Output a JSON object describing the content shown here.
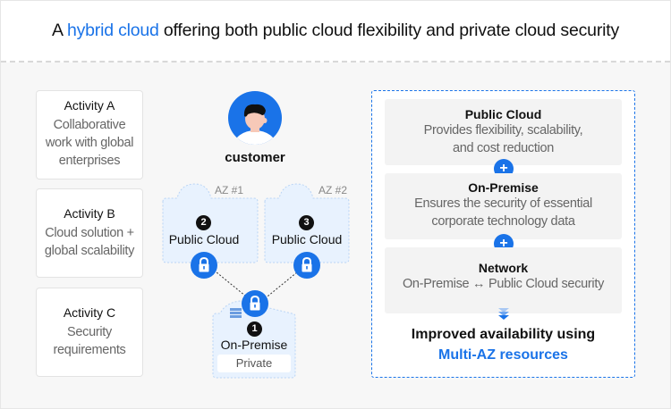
{
  "title": {
    "prefix": "A ",
    "highlight": "hybrid cloud",
    "suffix": " offering both public cloud flexibility and private cloud security"
  },
  "activities": [
    {
      "heading": "Activity A",
      "lines": [
        "Collaborative",
        "work with global",
        "enterprises"
      ]
    },
    {
      "heading": "Activity B",
      "lines": [
        "Cloud solution +",
        "global scalability"
      ]
    },
    {
      "heading": "Activity C",
      "lines": [
        "Security",
        "requirements"
      ]
    }
  ],
  "customer": {
    "label": "customer",
    "icon": "person-avatar-icon"
  },
  "clouds": [
    {
      "az": "AZ #1",
      "number": "2",
      "label": "Public Cloud",
      "icon": "lock-icon"
    },
    {
      "az": "AZ #2",
      "number": "3",
      "label": "Public Cloud",
      "icon": "lock-icon"
    },
    {
      "number": "1",
      "label": "On-Premise",
      "tag": "Private",
      "icon": "lock-icon",
      "server_icon": "server-icon"
    }
  ],
  "right_panel": {
    "boxes": [
      {
        "heading": "Public Cloud",
        "lines": [
          "Provides flexibility, scalability,",
          "and cost reduction"
        ]
      },
      {
        "heading": "On-Premise",
        "lines": [
          "Ensures the security of essential",
          "corporate technology data"
        ]
      },
      {
        "heading": "Network",
        "lines": [
          "On-Premise ↔ Public Cloud security"
        ]
      }
    ],
    "plus_symbol": "+",
    "result_line1": "Improved availability using",
    "result_line2": "Multi-AZ resources"
  },
  "colors": {
    "accent": "#1a73e8",
    "cloud_fill": "#e8f2fe",
    "cloud_border": "#b9d4f5"
  }
}
